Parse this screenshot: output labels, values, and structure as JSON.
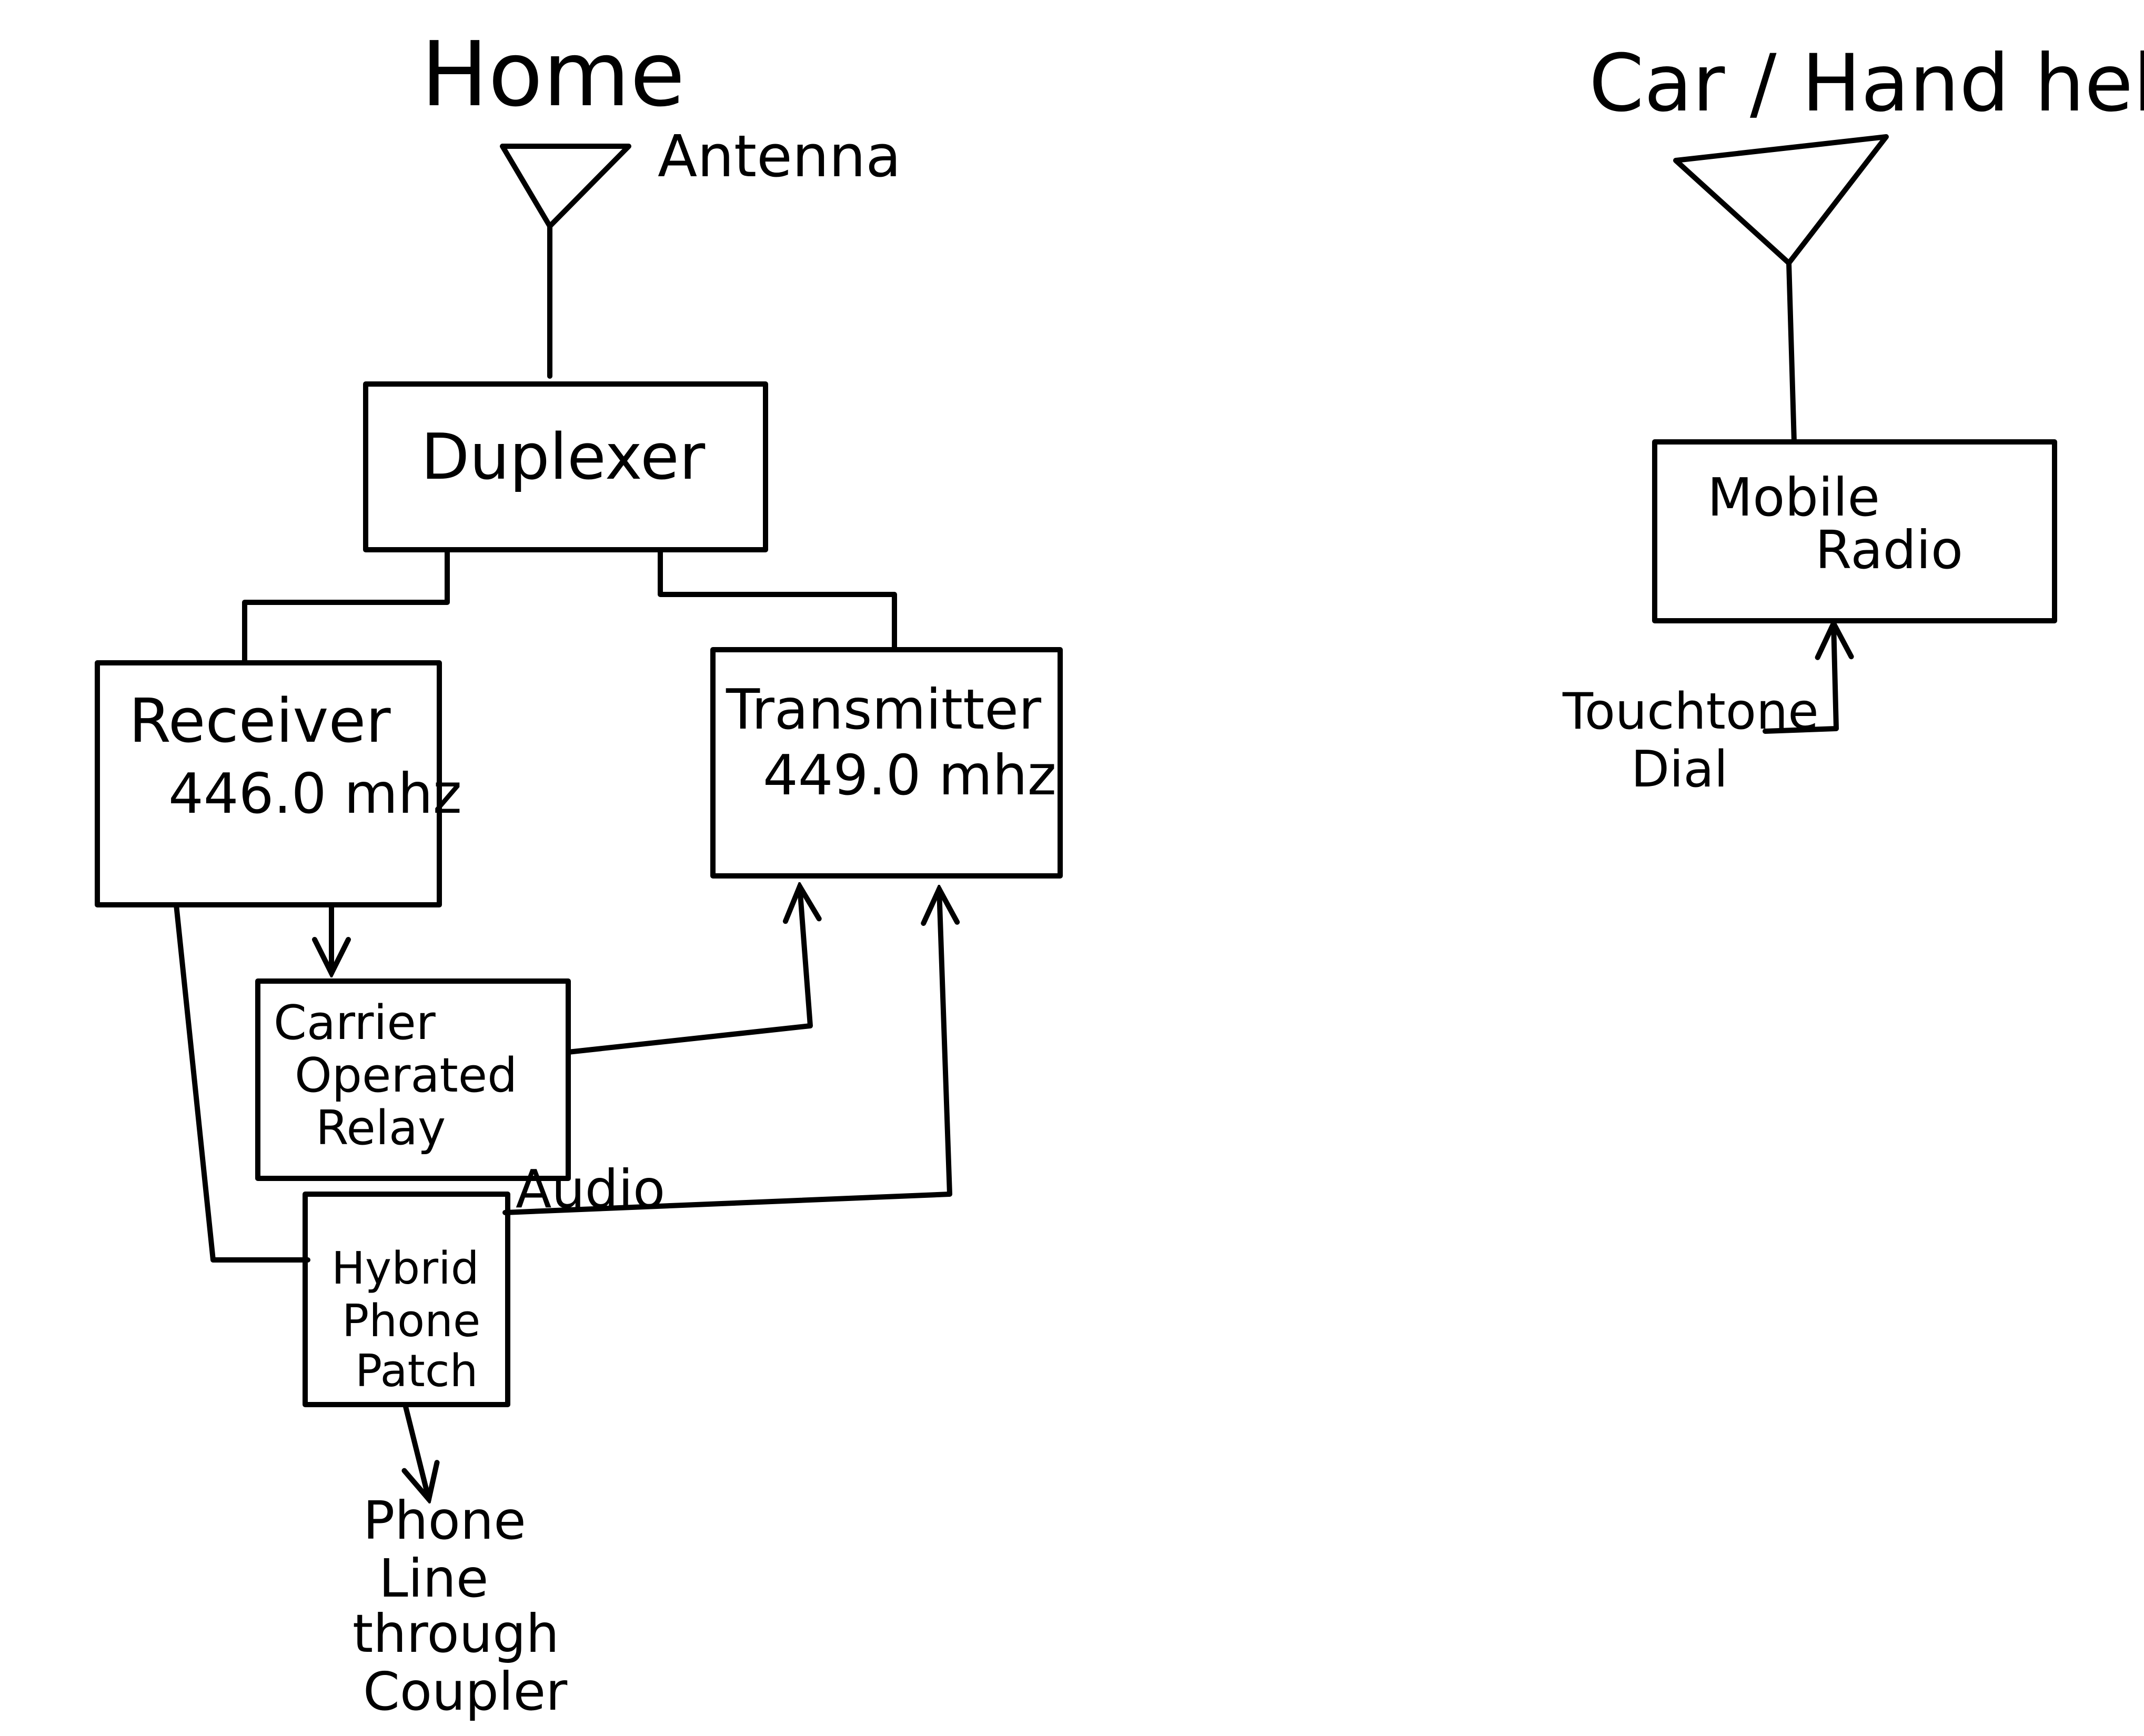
{
  "home": {
    "title": "Home",
    "antenna_label": "Antenna",
    "duplexer": "Duplexer",
    "receiver": {
      "line1": "Receiver",
      "line2": "446.0 mhz"
    },
    "transmitter": {
      "line1": "Transmitter",
      "line2": "449.0 mhz"
    },
    "cor": {
      "line1": "Carrier",
      "line2": "Operated",
      "line3": "Relay"
    },
    "audio_label": "Audio",
    "phone_patch": {
      "line1": "Hybrid",
      "line2": "Phone",
      "line3": "Patch"
    },
    "phone_line": {
      "line1": "Phone",
      "line2": "Line",
      "line3": "through",
      "line4": "Coupler"
    }
  },
  "mobile": {
    "title": "Car / Hand held",
    "radio": {
      "line1": "Mobile",
      "line2": "Radio"
    },
    "touchtone": {
      "line1": "Touchtone",
      "line2": "Dial"
    }
  }
}
